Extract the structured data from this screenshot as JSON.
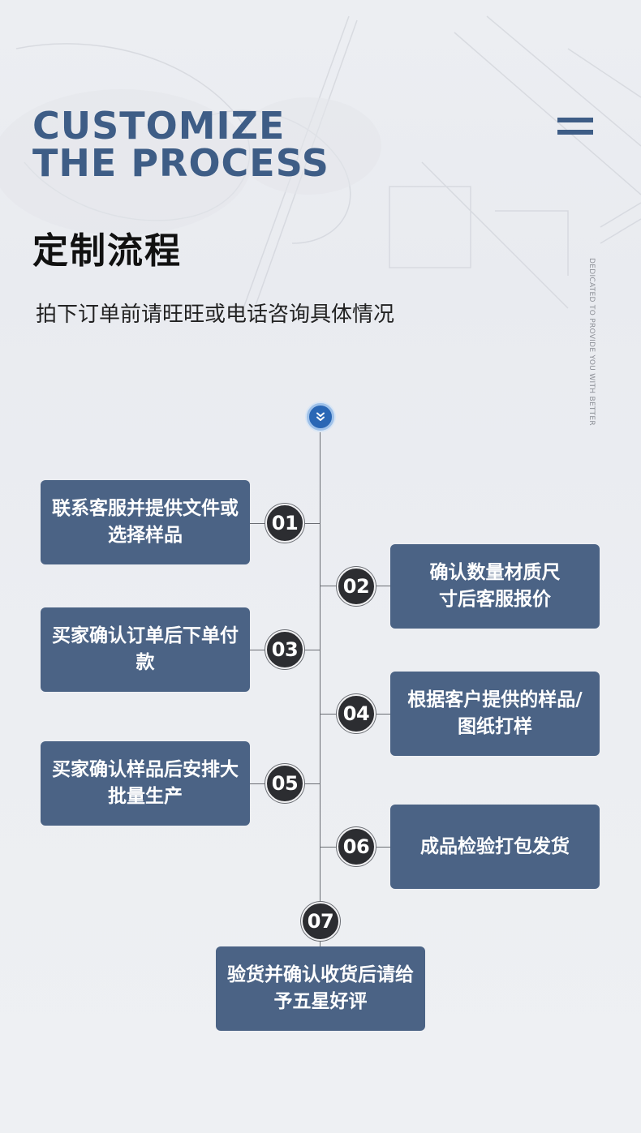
{
  "header": {
    "title_en_line1": "CUSTOMIZE",
    "title_en_line2": "THE PROCESS",
    "title_zh": "定制流程",
    "subtitle": "拍下订单前请旺旺或电话咨询具体情况",
    "side_text": "DEDICATED TO PROVIDE YOU WITH BETTER",
    "menu_icon": "hamburger-menu-icon"
  },
  "timeline": {
    "top_icon": "double-chevron-down-icon",
    "steps": [
      {
        "num": "01",
        "text": "联系客服并提供文件或选择样品"
      },
      {
        "num": "02",
        "text": "确认数量材质尺寸后客服报价"
      },
      {
        "num": "03",
        "text": "买家确认订单后下单付款"
      },
      {
        "num": "04",
        "text": "根据客户提供的样品/图纸打样"
      },
      {
        "num": "05",
        "text": "买家确认样品后安排大批量生产"
      },
      {
        "num": "06",
        "text": "成品检验打包发货"
      },
      {
        "num": "07",
        "text": "验货并确认收货后请给予五星好评"
      }
    ]
  },
  "colors": {
    "accent_blue": "#3e5d86",
    "box_fill": "#4b6385",
    "number_circle": "#2c2d31",
    "top_node": "#2a67b5"
  }
}
